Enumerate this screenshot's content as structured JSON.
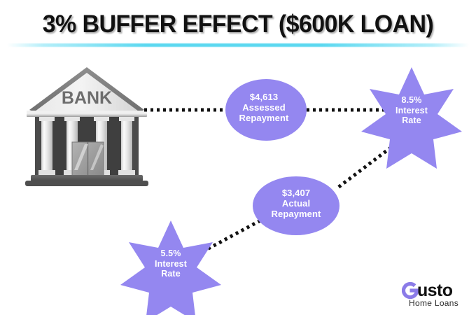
{
  "header": {
    "title": "3% BUFFER EFFECT ($600K LOAN)",
    "divider_color": "#5CD8F0"
  },
  "theme": {
    "accent_purple": "#9487F0",
    "dot_color": "#111111",
    "title_color": "#111111",
    "background": "#FFFFFF"
  },
  "diagram": {
    "bank": {
      "label": "BANK",
      "icon": "bank-building-icon"
    },
    "nodes": [
      {
        "id": "assessed-repayment",
        "shape": "ellipse",
        "lines": [
          "$4,613",
          "Assessed",
          "Repayment"
        ],
        "amount": "$4,613",
        "caption": "Assessed Repayment",
        "fill": "#9487F0"
      },
      {
        "id": "interest-rate-high",
        "shape": "star",
        "lines": [
          "8.5%",
          "Interest",
          "Rate"
        ],
        "value": "8.5%",
        "caption": "Interest Rate",
        "fill": "#9487F0"
      },
      {
        "id": "actual-repayment",
        "shape": "ellipse",
        "lines": [
          "$3,407",
          "Actual",
          "Repayment"
        ],
        "amount": "$3,407",
        "caption": "Actual Repayment",
        "fill": "#9487F0"
      },
      {
        "id": "interest-rate-actual",
        "shape": "star",
        "lines": [
          "5.5%",
          "Interest",
          "Rate"
        ],
        "value": "5.5%",
        "caption": "Interest Rate",
        "fill": "#9487F0"
      }
    ],
    "connectors": [
      {
        "from": "bank",
        "to": "assessed-repayment",
        "style": "dotted"
      },
      {
        "from": "assessed-repayment",
        "to": "interest-rate-high",
        "style": "dotted"
      },
      {
        "from": "interest-rate-high",
        "to": "actual-repayment",
        "style": "dotted"
      },
      {
        "from": "actual-repayment",
        "to": "interest-rate-actual",
        "style": "dotted"
      }
    ]
  },
  "logo": {
    "mark": "gusto-g-icon",
    "word": "usto",
    "tagline": "Home Loans",
    "mark_color": "#8B7BE8"
  }
}
